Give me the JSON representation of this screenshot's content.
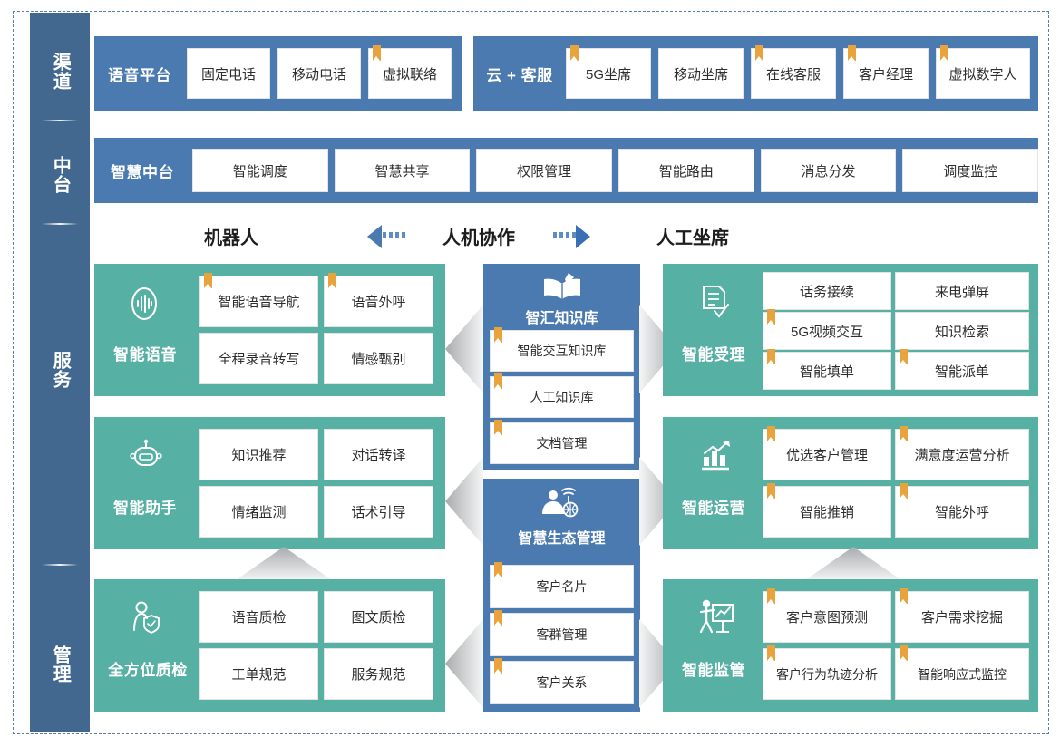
{
  "sidebar": {
    "items": [
      {
        "label": "渠道",
        "name": "sidebar-item-channel"
      },
      {
        "label": "中台",
        "name": "sidebar-item-midplatform"
      },
      {
        "label": "服务",
        "name": "sidebar-item-service"
      },
      {
        "label": "管理",
        "name": "sidebar-item-management"
      }
    ]
  },
  "colors": {
    "sidebar_blue": "#42688f",
    "band_blue": "#4a7ab0",
    "panel_green": "#57b0a4",
    "bookmark_orange": "#e8a33d",
    "chevron_gray": "#c9cbcd",
    "dash_border": "#5a7fa6"
  },
  "channel_row": {
    "groups": [
      {
        "title": "语音平台",
        "chips": [
          {
            "label": "固定电话",
            "bookmark": false
          },
          {
            "label": "移动电话",
            "bookmark": false
          },
          {
            "label": "虚拟联络",
            "bookmark": true
          }
        ]
      },
      {
        "title": "云 + 客服",
        "chips": [
          {
            "label": "5G坐席",
            "bookmark": true
          },
          {
            "label": "移动坐席",
            "bookmark": false
          },
          {
            "label": "在线客服",
            "bookmark": true
          },
          {
            "label": "客户经理",
            "bookmark": true
          },
          {
            "label": "虚拟数字人",
            "bookmark": true
          }
        ]
      }
    ]
  },
  "midplatform_row": {
    "title": "智慧中台",
    "chips": [
      {
        "label": "智能调度",
        "bookmark": false
      },
      {
        "label": "智慧共享",
        "bookmark": false
      },
      {
        "label": "权限管理",
        "bookmark": false
      },
      {
        "label": "智能路由",
        "bookmark": false
      },
      {
        "label": "消息分发",
        "bookmark": false
      },
      {
        "label": "调度监控",
        "bookmark": false
      }
    ]
  },
  "mid_header": {
    "left_label": "机器人",
    "center_label": "人机协作",
    "right_label": "人工坐席"
  },
  "left_column": [
    {
      "title": "智能语音",
      "icon": "voice-wave-icon",
      "chips": [
        {
          "label": "智能语音导航",
          "bookmark": true
        },
        {
          "label": "语音外呼",
          "bookmark": true
        },
        {
          "label": "全程录音转写",
          "bookmark": false
        },
        {
          "label": "情感甄别",
          "bookmark": false
        }
      ]
    },
    {
      "title": "智能助手",
      "icon": "robot-icon",
      "chips": [
        {
          "label": "知识推荐",
          "bookmark": false
        },
        {
          "label": "对话转译",
          "bookmark": false
        },
        {
          "label": "情绪监测",
          "bookmark": false
        },
        {
          "label": "话术引导",
          "bookmark": false
        }
      ]
    },
    {
      "title": "全方位质检",
      "icon": "person-shield-icon",
      "chips": [
        {
          "label": "语音质检",
          "bookmark": false
        },
        {
          "label": "图文质检",
          "bookmark": false
        },
        {
          "label": "工单规范",
          "bookmark": false
        },
        {
          "label": "服务规范",
          "bookmark": false
        }
      ]
    }
  ],
  "center_column": [
    {
      "title": "智汇知识库",
      "icon": "open-book-icon",
      "chips": [
        {
          "label": "智能交互知识库",
          "bookmark": true
        },
        {
          "label": "人工知识库",
          "bookmark": true
        },
        {
          "label": "文档管理",
          "bookmark": true
        }
      ]
    },
    {
      "title": "智慧生态管理",
      "icon": "person-network-icon",
      "chips": [
        {
          "label": "客户名片",
          "bookmark": true
        },
        {
          "label": "客群管理",
          "bookmark": true
        },
        {
          "label": "客户关系",
          "bookmark": true
        }
      ]
    }
  ],
  "right_column": [
    {
      "title": "智能受理",
      "icon": "form-check-icon",
      "chips": [
        {
          "label": "话务接续",
          "bookmark": false
        },
        {
          "label": "来电弹屏",
          "bookmark": false
        },
        {
          "label": "5G视频交互",
          "bookmark": true
        },
        {
          "label": "知识检索",
          "bookmark": false
        },
        {
          "label": "智能填单",
          "bookmark": true
        },
        {
          "label": "智能派单",
          "bookmark": true
        }
      ]
    },
    {
      "title": "智能运营",
      "icon": "chart-growth-icon",
      "chips": [
        {
          "label": "优选客户管理",
          "bookmark": true
        },
        {
          "label": "满意度运营分析",
          "bookmark": true
        },
        {
          "label": "智能推销",
          "bookmark": true
        },
        {
          "label": "智能外呼",
          "bookmark": true
        }
      ]
    },
    {
      "title": "智能监管",
      "icon": "presenter-board-icon",
      "chips": [
        {
          "label": "客户意图预测",
          "bookmark": true
        },
        {
          "label": "客户需求挖掘",
          "bookmark": true
        },
        {
          "label": "客户行为轨迹分析",
          "bookmark": true
        },
        {
          "label": "智能响应式监控",
          "bookmark": true
        }
      ]
    }
  ]
}
